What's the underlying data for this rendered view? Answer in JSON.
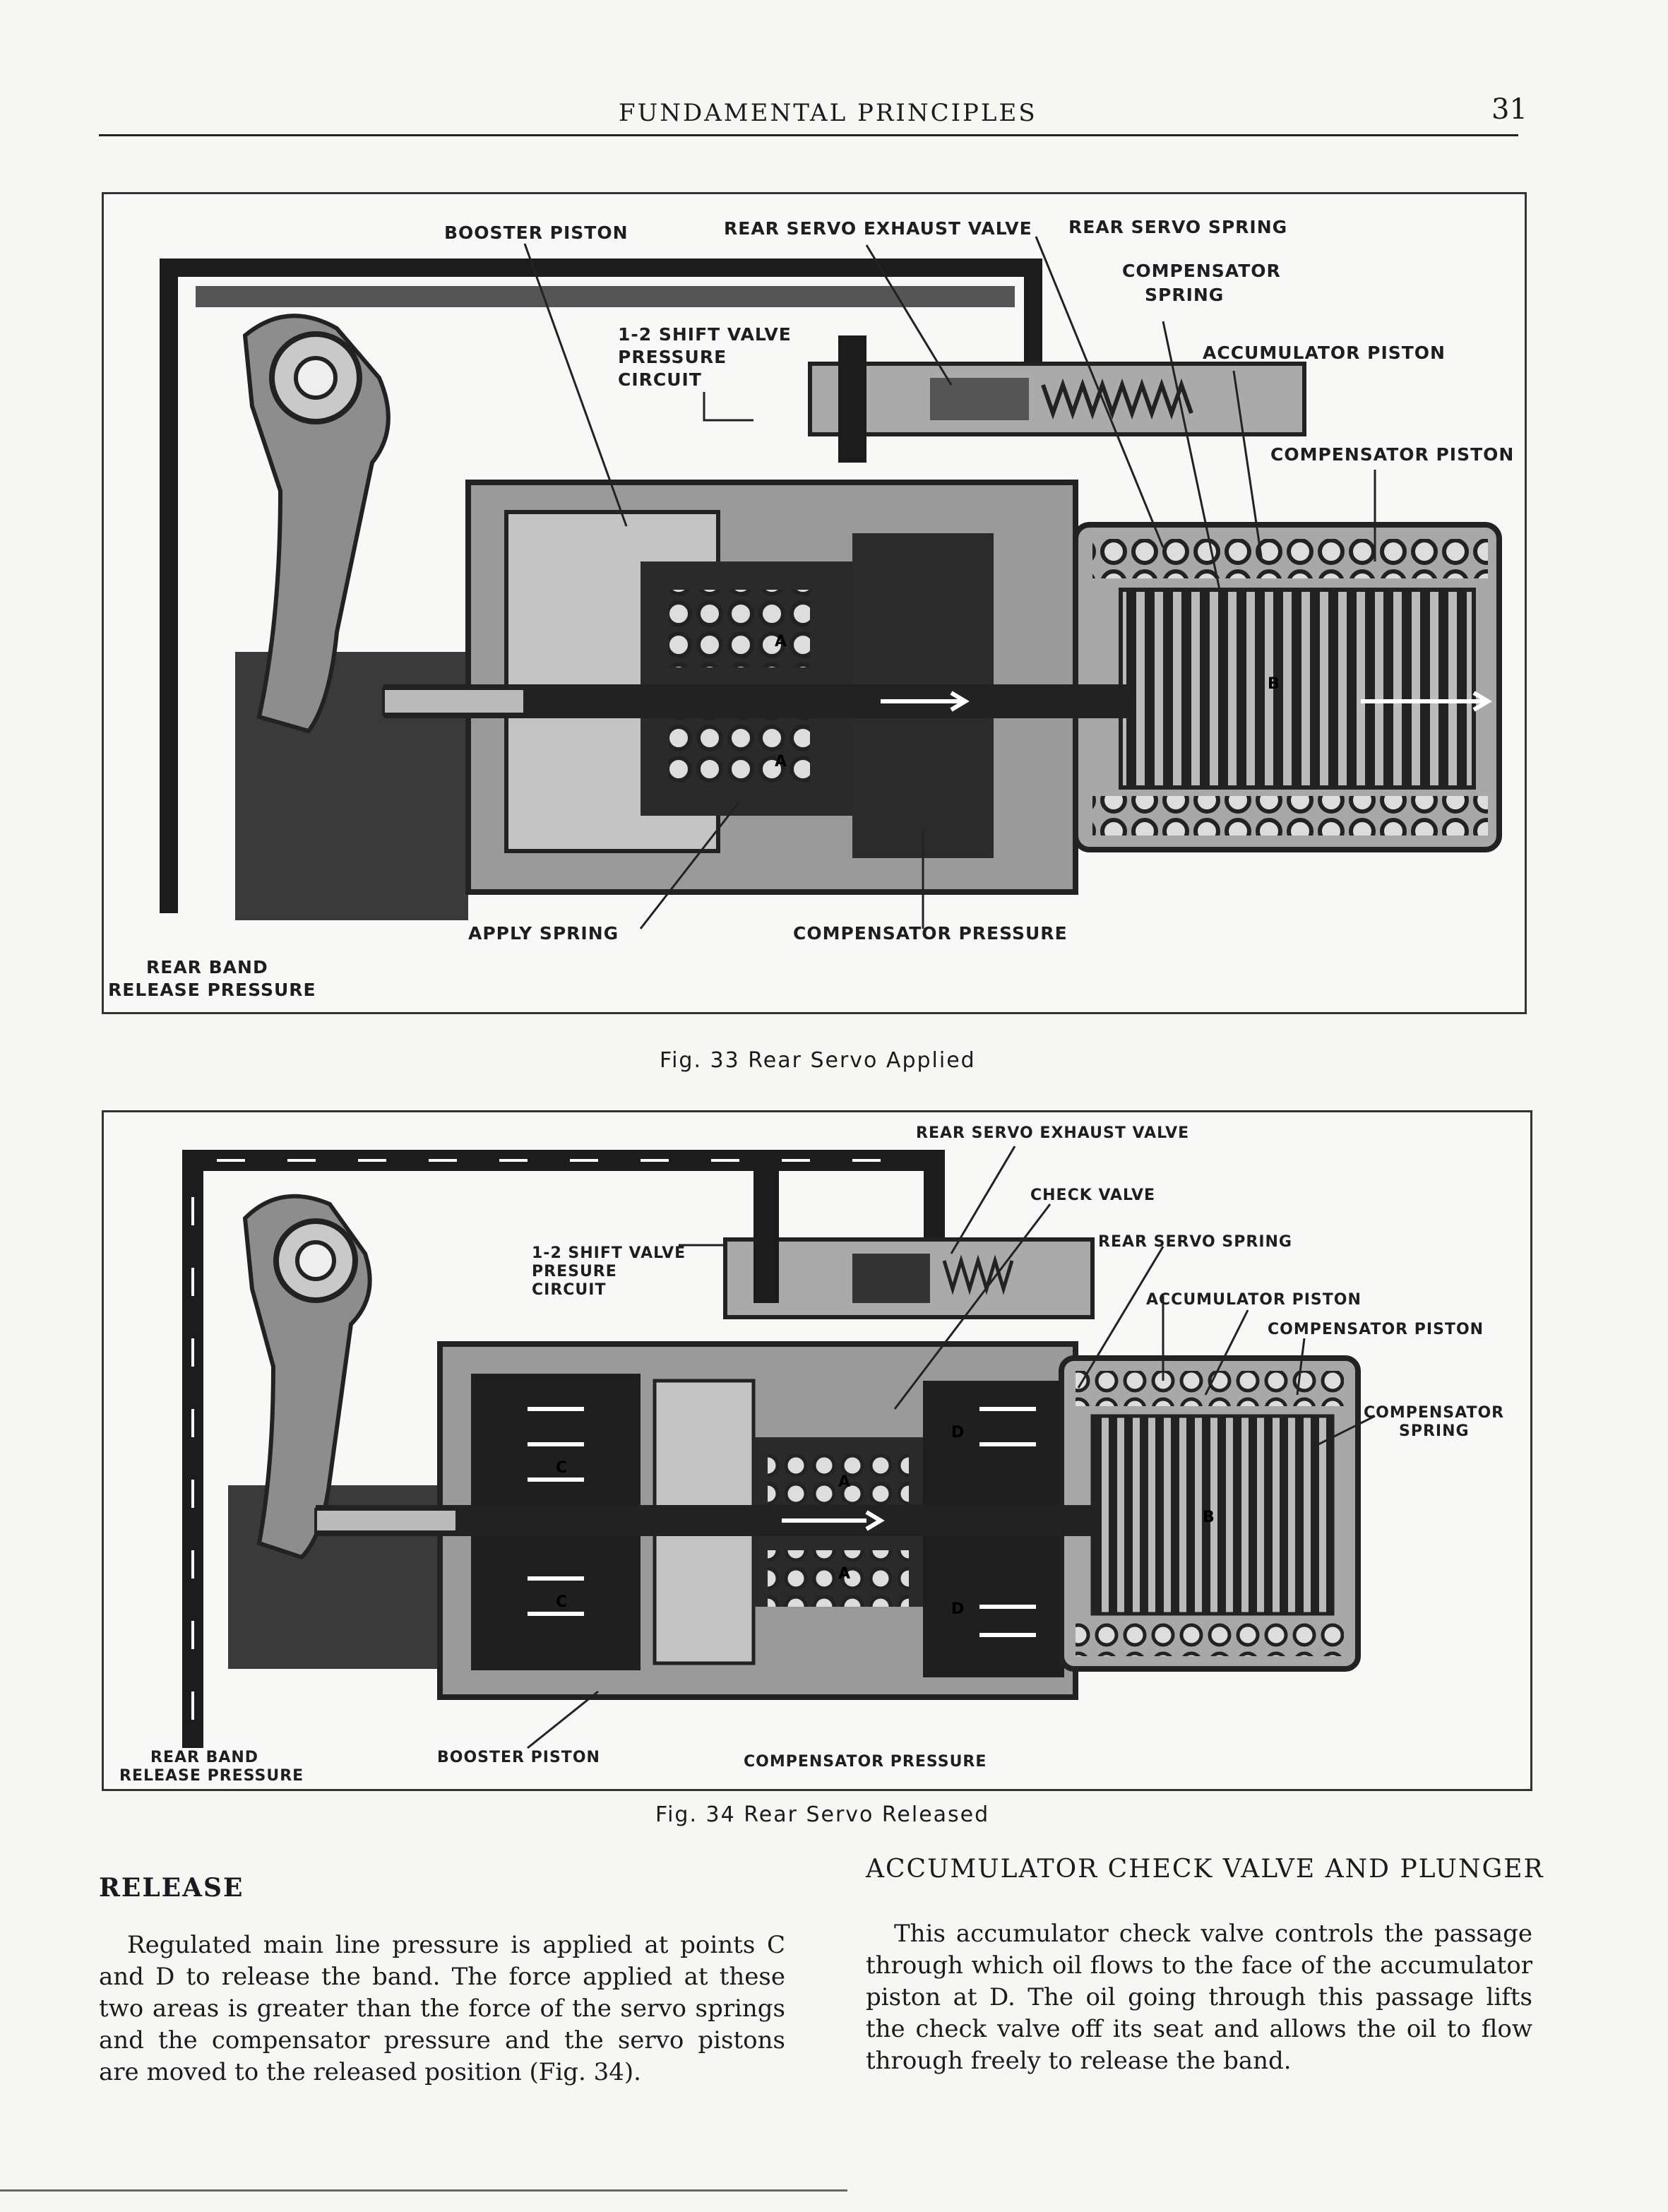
{
  "header": {
    "title": "FUNDAMENTAL PRINCIPLES",
    "page_number": "31"
  },
  "fig33": {
    "caption": "Fig. 33   Rear Servo Applied",
    "labels": {
      "booster_piston": "BOOSTER PISTON",
      "rear_servo_exhaust_valve": "REAR SERVO EXHAUST VALVE",
      "rear_servo_spring": "REAR SERVO SPRING",
      "compensator_spring_1": "COMPENSATOR",
      "compensator_spring_2": "SPRING",
      "shift_valve_1": "1-2 SHIFT VALVE",
      "shift_valve_2": "PRESSURE",
      "shift_valve_3": "CIRCUIT",
      "accumulator_piston": "ACCUMULATOR PISTON",
      "compensator_piston": "COMPENSATOR PISTON",
      "apply_spring": "APPLY SPRING",
      "compensator_pressure": "COMPENSATOR PRESSURE",
      "rear_band_1": "REAR BAND",
      "rear_band_2": "RELEASE PRESSURE"
    },
    "markers": {
      "a": "A",
      "b": "B"
    }
  },
  "fig34": {
    "caption": "Fig. 34   Rear Servo Released",
    "labels": {
      "rear_servo_exhaust_valve": "REAR SERVO EXHAUST VALVE",
      "check_valve": "CHECK VALVE",
      "rear_servo_spring": "REAR SERVO SPRING",
      "shift_valve_1": "1-2 SHIFT VALVE",
      "shift_valve_2": "PRESURE",
      "shift_valve_3": "CIRCUIT",
      "accumulator_piston": "ACCUMULATOR PISTON",
      "compensator_piston": "COMPENSATOR PISTON",
      "compensator_spring_1": "COMPENSATOR",
      "compensator_spring_2": "SPRING",
      "rear_band_1": "REAR BAND",
      "rear_band_2": "RELEASE PRESSURE",
      "booster_piston": "BOOSTER PISTON",
      "compensator_pressure": "COMPENSATOR PRESSURE"
    },
    "markers": {
      "a": "A",
      "b": "B",
      "c": "C",
      "d": "D"
    }
  },
  "release": {
    "heading": "RELEASE",
    "lines": [
      "Regulated main line pressure is applied at points C",
      "and D to release the band.  The force applied at these",
      "two areas is greater than the force of the servo springs",
      "and the compensator pressure and the servo pistons",
      "are moved to the released position (Fig. 34)."
    ]
  },
  "accumulator": {
    "heading": "ACCUMULATOR CHECK VALVE AND PLUNGER",
    "lines": [
      "This accumulator check valve controls the passage",
      "through which oil flows to the face of the accumulator",
      "piston at D.   The oil going through this passage lifts",
      "the check valve off its seat and allows the oil to flow",
      "through freely to release the band."
    ]
  }
}
